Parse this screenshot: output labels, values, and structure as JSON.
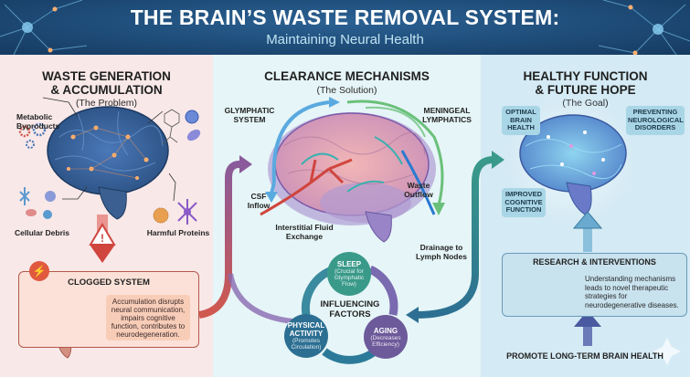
{
  "header": {
    "title": "THE BRAIN’S WASTE REMOVAL SYSTEM:",
    "subtitle": "Maintaining Neural Health"
  },
  "colors": {
    "header_bg": "#1e4c78",
    "left_panel_bg": "#f8e8e8",
    "middle_panel_bg": "#e6f5f7",
    "right_panel_bg": "#d4eaf4",
    "warning_red": "#e0593f",
    "sleep": "#3a9a8a",
    "aging": "#6c5a9a",
    "physical_activity": "#2c6f92"
  },
  "left": {
    "heading_line1": "WASTE GENERATION",
    "heading_line2": "& ACCUMULATION",
    "caption": "(The Problem)",
    "labels": {
      "metabolic": "Metabolic Byproducts",
      "debris": "Cellular Debris",
      "proteins": "Harmful Proteins"
    },
    "clogged": {
      "title": "CLOGGED SYSTEM",
      "text": "Accumulation disrupts neural communication, impairs cognitive function, contributes to neurodegeneration."
    },
    "warning_icon": "warning-icon"
  },
  "middle": {
    "heading": "CLEARANCE MECHANISMS",
    "caption": "(The Solution)",
    "labels": {
      "glymphatic": "GLYMPHATIC SYSTEM",
      "meningeal": "MENINGEAL LYMPHATICS",
      "csf": "CSF Inflow",
      "interstitial": "Interstitial Fluid Exchange",
      "waste": "Waste Outflow",
      "drainage": "Drainage to Lymph Nodes"
    },
    "factors": {
      "title": "INFLUENCING FACTORS",
      "items": [
        {
          "name": "SLEEP",
          "desc": "(Crucial for Glymphatic Flow)"
        },
        {
          "name": "AGING",
          "desc": "(Decreases Efficiency)"
        },
        {
          "name": "PHYSICAL ACTIVITY",
          "desc": "(Promotes Circulation)"
        }
      ]
    }
  },
  "right": {
    "heading_line1": "HEALTHY FUNCTION",
    "heading_line2": "& FUTURE HOPE",
    "caption": "(The Goal)",
    "tags": [
      "OPTIMAL BRAIN HEALTH",
      "PREVENTING NEUROLOGICAL DISORDERS",
      "IMPROVED COGNITIVE FUNCTION"
    ],
    "research": {
      "title": "RESEARCH & INTERVENTIONS",
      "text": "Understanding mechanisms leads to novel therapeutic strategies for neurodegenerative diseases."
    },
    "footer": "PROMOTE LONG-TERM BRAIN HEALTH"
  }
}
